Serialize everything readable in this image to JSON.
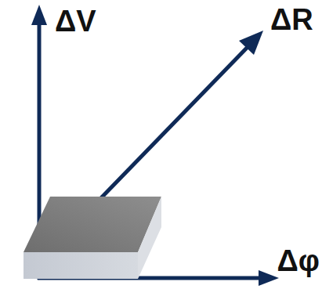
{
  "diagram": {
    "labels": [
      "ΔV",
      "ΔR",
      "Δφ"
    ]
  }
}
